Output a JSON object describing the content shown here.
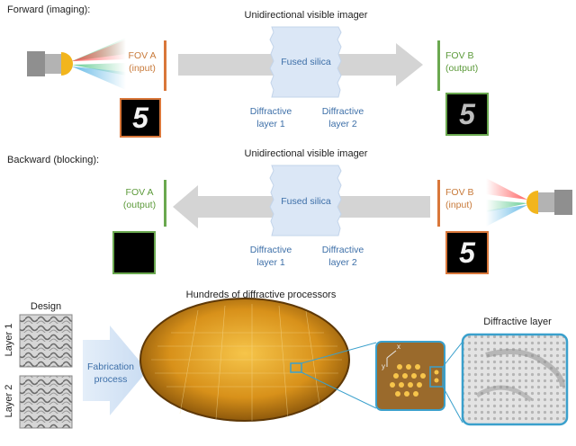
{
  "forward": {
    "heading": "Forward (imaging):",
    "title": "Unidirectional visible imager",
    "medium": "Fused silica",
    "fov_in_l1": "FOV A",
    "fov_in_l2": "(input)",
    "fov_out_l1": "FOV B",
    "fov_out_l2": "(output)",
    "layer1_l1": "Diffractive",
    "layer1_l2": "layer  1",
    "layer2_l1": "Diffractive",
    "layer2_l2": "layer  2",
    "input_digit": "5",
    "output_digit": "5"
  },
  "backward": {
    "heading": "Backward (blocking):",
    "title": "Unidirectional visible imager",
    "medium": "Fused silica",
    "fov_out_l1": "FOV A",
    "fov_out_l2": "(output)",
    "fov_in_l1": "FOV B",
    "fov_in_l2": "(input)",
    "layer1_l1": "Diffractive",
    "layer1_l2": "layer  1",
    "layer2_l1": "Diffractive",
    "layer2_l2": "layer  2",
    "input_digit": "5"
  },
  "fabrication": {
    "design_label": "Design",
    "layer1_label": "Layer 1",
    "layer2_label": "Layer 2",
    "process_l1": "Fabrication",
    "process_l2": "process",
    "wafer_title": "Hundreds of diffractive processors",
    "zoom_title": "Diffractive layer",
    "axis_x": "x",
    "axis_y": "y"
  },
  "colors": {
    "input_orange": "#d9773a",
    "output_green": "#6aa84f",
    "label_blue": "#3d6fa8",
    "silica_fill": "#dbe7f6",
    "arrow_gray": "#d4d4d4",
    "wafer_gold": "#d99a1c",
    "zoom_frame": "#3aa0cc"
  }
}
